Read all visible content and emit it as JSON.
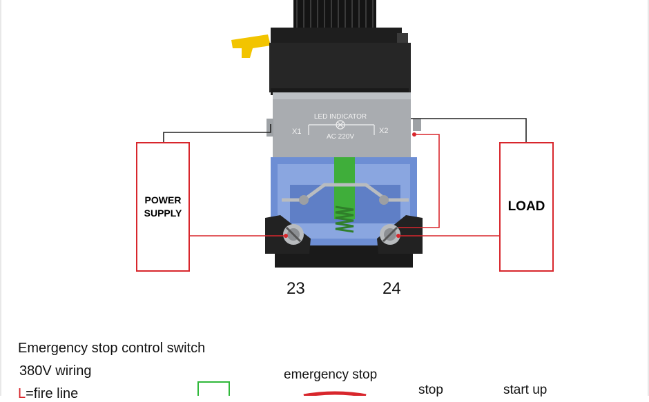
{
  "diagram": {
    "power_supply_label_line1": "POWER",
    "power_supply_label_line2": "SUPPLY",
    "load_label": "LOAD",
    "indicator_title": "LED INDICATOR",
    "indicator_x1": "X1",
    "indicator_x2": "X2",
    "indicator_voltage": "AC 220V",
    "terminal_left": "23",
    "terminal_right": "24",
    "wire_color": "#d8262c"
  },
  "notes": {
    "heading": "Emergency stop control switch",
    "wiring": "380V wiring",
    "legend_prefix": "L",
    "legend_text": "=fire line",
    "emergency_label": "emergency stop",
    "stop_label": "stop",
    "start_label": "start up"
  }
}
